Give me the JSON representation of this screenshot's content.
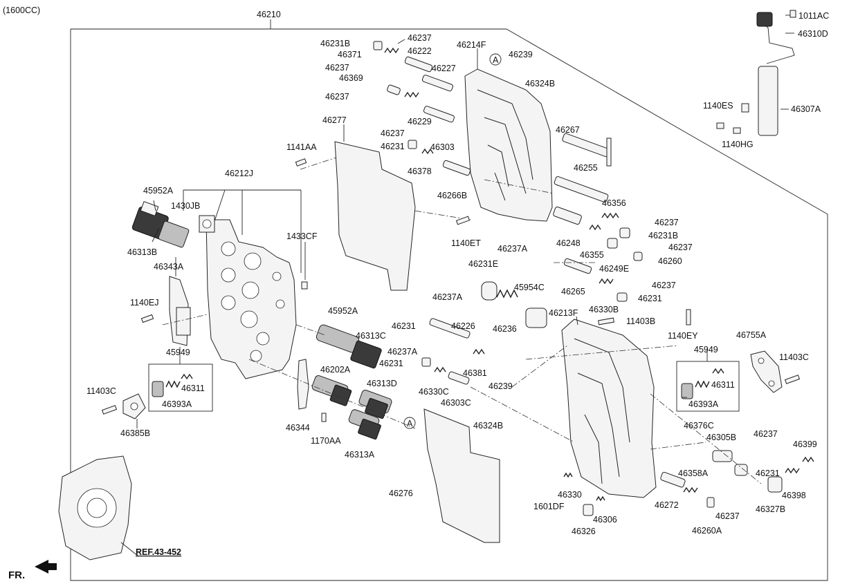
{
  "header": {
    "variant": "(1600CC)"
  },
  "assembly": {
    "main_part": "46210",
    "reference": "REF.43-452",
    "front_marker": "FR.",
    "circle_marker": "A"
  },
  "labels": {
    "46231B_top": "46231B",
    "46237_a": "46237",
    "46371": "46371",
    "46222": "46222",
    "46237_b": "46237",
    "46227": "46227",
    "46369": "46369",
    "46237_c": "46237",
    "46229": "46229",
    "46214F": "46214F",
    "46239_top": "46239",
    "46324B_top": "46324B",
    "46277": "46277",
    "46237_d": "46237",
    "46231_a": "46231",
    "46303": "46303",
    "1141AA": "1141AA",
    "46378": "46378",
    "46267": "46267",
    "46266B": "46266B",
    "46212J": "46212J",
    "45952A_top": "45952A",
    "1430JB": "1430JB",
    "46313B": "46313B",
    "1433CF": "1433CF",
    "1140ET": "1140ET",
    "46255": "46255",
    "46356": "46356",
    "46237_e": "46237",
    "46231B_right": "46231B",
    "46248": "46248",
    "46355": "46355",
    "46237_f": "46237",
    "46249E": "46249E",
    "46260": "46260",
    "46237A_top": "46237A",
    "46231E": "46231E",
    "46343A": "46343A",
    "45954C": "45954C",
    "46265": "46265",
    "46237_g": "46237",
    "46231_b": "46231",
    "46330B": "46330B",
    "46237A_mid": "46237A",
    "1140EJ": "1140EJ",
    "45952A_mid": "45952A",
    "46231_c": "46231",
    "46226": "46226",
    "46236": "46236",
    "46213F": "46213F",
    "11403B": "11403B",
    "1140EY": "1140EY",
    "46755A": "46755A",
    "46313C": "46313C",
    "46237A_low": "46237A",
    "46231_d": "46231",
    "46381": "46381",
    "45949_left": "45949",
    "46311_left": "46311",
    "46393A_left": "46393A",
    "46202A": "46202A",
    "46330C": "46330C",
    "46303C": "46303C",
    "46313D": "46313D",
    "46239_low": "46239",
    "45949_right": "45949",
    "46311_right": "46311",
    "46393A_right": "46393A",
    "11403C_right": "11403C",
    "11403C_left": "11403C",
    "46385B": "46385B",
    "46344": "46344",
    "46324B_low": "46324B",
    "46376C": "46376C",
    "1170AA": "1170AA",
    "46313A": "46313A",
    "46305B": "46305B",
    "46237_h": "46237",
    "46399": "46399",
    "46358A": "46358A",
    "46231_e": "46231",
    "46398": "46398",
    "46276": "46276",
    "46330": "46330",
    "46272": "46272",
    "46327B": "46327B",
    "1601DF": "1601DF",
    "46237_i": "46237",
    "46306": "46306",
    "46326": "46326",
    "46260A": "46260A",
    "1011AC": "1011AC",
    "46310D": "46310D",
    "1140ES": "1140ES",
    "46307A": "46307A",
    "1140HG": "1140HG"
  }
}
